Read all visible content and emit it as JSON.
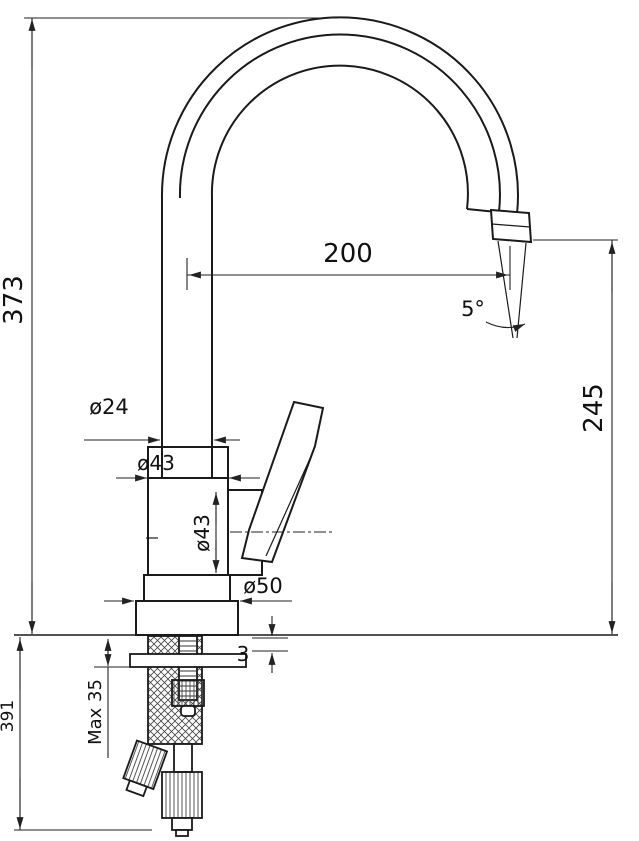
{
  "drawing": {
    "kind": "faucet side elevation with dimensions",
    "colors": {
      "background": "#ffffff",
      "object_line": "#1a1a1a",
      "dimension_line": "#222222"
    },
    "labels": {
      "overall_height": "373",
      "spout_reach": "200",
      "stream_angle": "5°",
      "outlet_height": "245",
      "spout_tube_diameter": "ø24",
      "body_diameter": "ø43",
      "cartridge_diameter": "ø43",
      "base_diameter": "ø50",
      "gasket_thickness": "3",
      "max_deck_thickness": "Max 35",
      "hose_length": "391"
    }
  }
}
